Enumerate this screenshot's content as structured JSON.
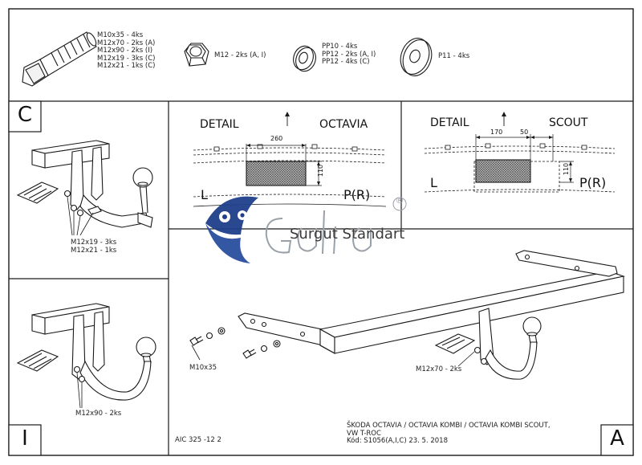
{
  "parts": {
    "bolt_lines": [
      "M10x35 - 4ks",
      "M12x70 - 2ks (A)",
      "M12x90 - 2ks (I)",
      "M12x19 - 3ks (C)",
      "M12x21 - 1ks (C)"
    ],
    "nut_label": "M12 - 2ks (A, I)",
    "spring_washer_lines": [
      "PP10 - 4ks",
      "PP12 - 2ks (A, I)",
      "PP12 - 4ks (C)"
    ],
    "washer_label": "P11 - 4ks"
  },
  "panel_c": {
    "letter": "C",
    "bolt_lines": [
      "M12x19 - 3ks",
      "M12x21 - 1ks"
    ]
  },
  "panel_i": {
    "letter": "I",
    "bolt_label": "M12x90 - 2ks"
  },
  "detail_octavia": {
    "detail_label": "DETAIL",
    "model_label": "OCTAVIA",
    "width_dim": "260",
    "height_dim": "110",
    "left_label": "L",
    "right_label": "P(R)"
  },
  "detail_scout": {
    "detail_label": "DETAIL",
    "model_label": "SCOUT",
    "width_dim_1": "170",
    "width_dim_2": "50",
    "height_dim": "110",
    "left_label": "L",
    "right_label": "P(R)"
  },
  "main": {
    "bolt_m10_label": "M10x35",
    "bolt_m12_label": "M12x70 - 2ks",
    "drawing_code": "AIC 325 -12 2",
    "vehicle_line_1": "ŠKODA OCTAVIA / OCTAVIA KOMBI / OCTAVIA KOMBI SCOUT,",
    "vehicle_line_2": "VW T-ROC",
    "code_line": "Kód: S1056(A,I,C)  23. 5. 2018",
    "letter": "A"
  },
  "watermark": {
    "brand": "Galia",
    "registered": "®",
    "company": "Surgut Standart"
  },
  "colors": {
    "line": "#1a1a1a",
    "watermark_blue": "#1f3f8a",
    "watermark_gray": "#9aa0a8"
  }
}
